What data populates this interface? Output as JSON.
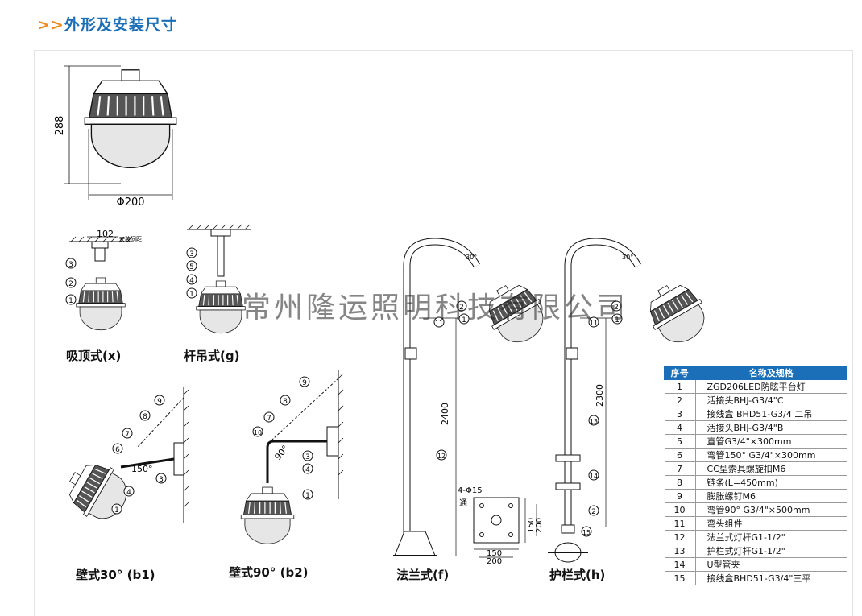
{
  "section": {
    "arrows": ">>",
    "title": "外形及安装尺寸"
  },
  "dimensions": {
    "height": "288",
    "diameter": "Φ200",
    "spacing": "102",
    "spacing_note": "安装间距",
    "pole_f_height": "2400",
    "pole_h_height": "2300",
    "bend_f_angle": "30°",
    "bend_h_angle": "30°",
    "wall30_angle": "150°",
    "wall90_angle": "90°",
    "flange_holes": "4-Φ15",
    "flange_hole_note": "通",
    "flange_inner": "150",
    "flange_outer": "200"
  },
  "captions": {
    "ceiling": "吸顶式(x)",
    "rod": "杆吊式(g)",
    "wall30": "壁式30° (b1)",
    "wall90": "壁式90° (b2)",
    "flange": "法兰式(f)",
    "railing": "护栏式(h)"
  },
  "watermark": "常州隆运照明科技有限公司",
  "table": {
    "headers": [
      "序号",
      "名称及规格"
    ],
    "rows": [
      {
        "no": "1",
        "name": "ZGD206LED防眩平台灯"
      },
      {
        "no": "2",
        "name": "活接头BHJ-G3/4\"C"
      },
      {
        "no": "3",
        "name": "接线盒 BHD51-G3/4 二吊"
      },
      {
        "no": "4",
        "name": "活接头BHJ-G3/4\"B"
      },
      {
        "no": "5",
        "name": "直管G3/4\"×300mm"
      },
      {
        "no": "6",
        "name": "弯管150°  G3/4\"×300mm"
      },
      {
        "no": "7",
        "name": "CC型索具螺旋扣M6"
      },
      {
        "no": "8",
        "name": "链条(L=450mm)"
      },
      {
        "no": "9",
        "name": "膨胀螺钉M6"
      },
      {
        "no": "10",
        "name": "弯管90°  G3/4\"×500mm"
      },
      {
        "no": "11",
        "name": "弯头组件"
      },
      {
        "no": "12",
        "name": "法兰式灯杆G1-1/2\""
      },
      {
        "no": "13",
        "name": "护栏式灯杆G1-1/2\""
      },
      {
        "no": "14",
        "name": "U型管夹"
      },
      {
        "no": "15",
        "name": "接线盒BHD51-G3/4\"三平"
      }
    ]
  },
  "colors": {
    "title_blue": "#1a6fb8",
    "arrow_orange": "#f08a1c",
    "table_header": "#1a6fb8"
  }
}
